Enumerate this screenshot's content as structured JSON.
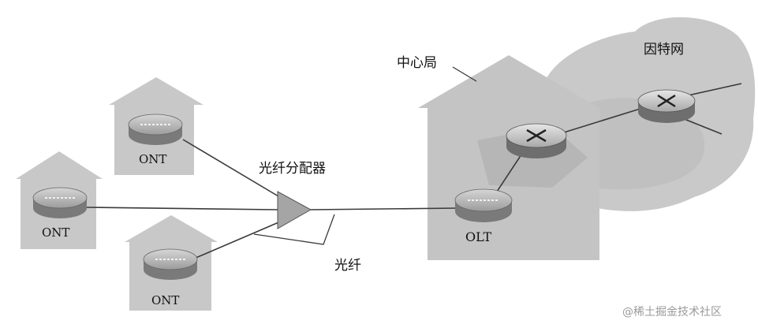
{
  "labels": {
    "central_office": "中心局",
    "internet": "因特网",
    "splitter": "光纤分配器",
    "fiber": "光纤",
    "olt": "OLT",
    "ont_top": "ONT",
    "ont_left": "ONT",
    "ont_bottom": "ONT"
  },
  "watermark": "@稀土掘金技术社区"
}
